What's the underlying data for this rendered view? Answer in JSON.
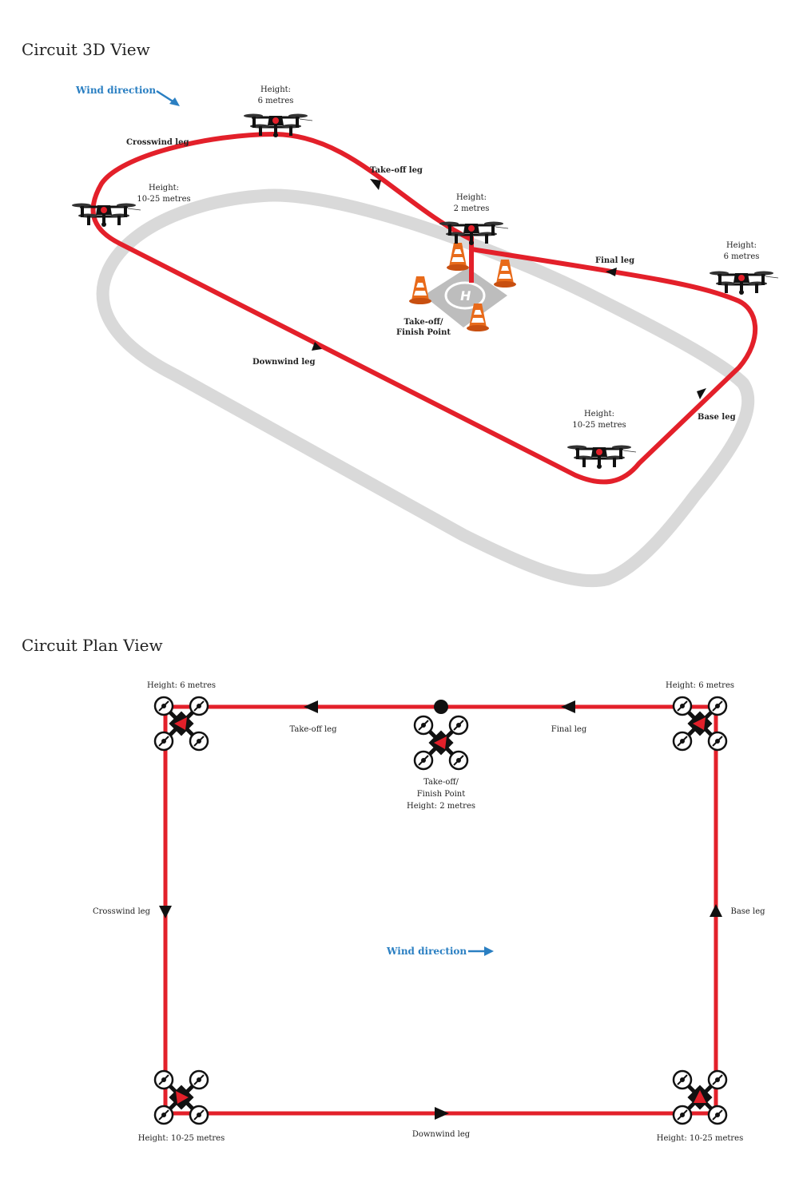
{
  "view3d": {
    "title": "Circuit 3D View",
    "wind": "Wind direction",
    "legs": {
      "crosswind": "Crosswind leg",
      "takeoff": "Take-off leg",
      "final": "Final leg",
      "downwind": "Downwind leg",
      "base": "Base leg"
    },
    "heights": {
      "top_h1": "Height:",
      "top_h2": "6 metres",
      "left_h1": "Height:",
      "left_h2": "10-25 metres",
      "center_h1": "Height:",
      "center_h2": "2 metres",
      "right_h1": "Height:",
      "right_h2": "6 metres",
      "bottom_h1": "Height:",
      "bottom_h2": "10-25 metres"
    },
    "pad_l1": "Take-off/",
    "pad_l2": "Finish Point"
  },
  "plan": {
    "title": "Circuit Plan View",
    "wind": "Wind direction",
    "legs": {
      "takeoff": "Take-off leg",
      "final": "Final leg",
      "crosswind": "Crosswind leg",
      "base": "Base leg",
      "downwind": "Downwind leg"
    },
    "heights": {
      "tl": "Height: 6 metres",
      "tr": "Height: 6 metres",
      "bl": "Height: 10-25 metres",
      "br": "Height: 10-25 metres"
    },
    "center_l1": "Take-off/",
    "center_l2": "Finish Point",
    "center_l3": "Height: 2 metres"
  },
  "colors": {
    "track": "#e3202a",
    "shadow": "#d6d6d6",
    "wind": "#2a7fc2",
    "cone": "#e86a1a"
  }
}
